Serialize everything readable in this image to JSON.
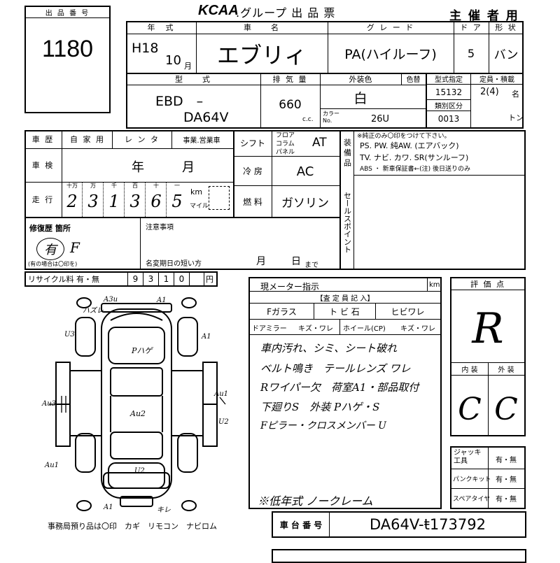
{
  "header": {
    "lot_label": "出 品 番 号",
    "lot_number": "1180",
    "brand_logo": "KCAA",
    "title": ".グループ 出 品 票",
    "organizer": "主 催 者 用"
  },
  "top": {
    "year_label": "年　式",
    "year_value": "H18",
    "month_value": "10",
    "month_unit": "月",
    "car_name_label": "車　　名",
    "car_name": "エブリィ",
    "grade_label": "グ レ ー ド",
    "grade_value": "PA(ハイルーフ)",
    "doors_label": "ド ア",
    "doors_value": "5",
    "shape_label": "形 状",
    "shape_value": "バン",
    "model_label": "型　　式",
    "model_prefix": "EBD　–",
    "model_code": "DA64V",
    "displacement_label": "排 気 量",
    "displacement_value": "660",
    "displacement_unit": "c.c.",
    "color_label": "外装色",
    "repaint_label": "色替",
    "color_value": "白",
    "color_no_label": "カラー No.",
    "color_no_value": "26U",
    "type_spec_label": "型式指定",
    "type_spec_value": "15132",
    "class_label": "類別区分",
    "class_value": "0013",
    "capacity_label": "定員・積載",
    "capacity_value": "2(4)",
    "capacity_unit": "名",
    "ton_unit": "トン"
  },
  "mid": {
    "history_label": "車 歴",
    "history_options": [
      "自 家 用",
      "レ ン タ",
      "事業.営業車"
    ],
    "inspection_label": "車 検",
    "inspection_year": "年",
    "inspection_month": "月",
    "mileage_label": "走 行",
    "mileage_places": [
      "十万",
      "万",
      "千",
      "百",
      "十",
      "一"
    ],
    "mileage_digits": [
      "2",
      "3",
      "1",
      "3",
      "6",
      "5"
    ],
    "mileage_unit_km": "km",
    "mileage_unit_mile": "マイル",
    "shift_label": "シフト",
    "shift_options": [
      "フロア",
      "コラム",
      "パネル"
    ],
    "shift_value": "AT",
    "aircon_label": "冷 房",
    "aircon_value": "AC",
    "fuel_label": "燃 料",
    "fuel_value": "ガソリン",
    "equip_label": "装 備 品",
    "equip_note": "※純正のみ〇印をつけて下さい。",
    "equip_line1": "PS. PW. 純AW. (エアバック)",
    "equip_line2": "TV. ナビ. カワ. SR(サンルーフ)",
    "equip_line3": "ABS ・ 新車保証書←(注) 後日送りのみ",
    "sales_label": "セールスポイント",
    "repair_label": "修復歴 箇所",
    "repair_value": "有",
    "repair_mark": "F",
    "repair_note": "(有の場合は〇印を)",
    "caution_label": "注意事項",
    "name_change_label": "名変期日の短い方",
    "name_change_month": "月",
    "name_change_day": "日",
    "name_change_until": "まで"
  },
  "recycle": {
    "label": "リサイクル料 有・無",
    "digits": [
      "9",
      "3",
      "1",
      "0"
    ],
    "unit": "円"
  },
  "meter": {
    "label": "現メーター指示",
    "unit": "km",
    "inspector_label": "【査 定 員 記 入】",
    "checks": [
      "Fガラス",
      "ト ビ 石",
      "ヒビワレ",
      "ドアミラー",
      "キズ・ワレ",
      "ホイール(CP)",
      "キズ・ワレ"
    ],
    "notes": [
      "車内汚れ、シミ、シート破れ",
      "ベルト鳴き　テールレンズ ワレ",
      "Rワイパー欠　荷室A1・部品取付",
      "下廻りS　外装 Pハゲ・S",
      "Fピラー・クロスメンバー U"
    ],
    "footer_note": "※低年式 ノークレーム"
  },
  "grade": {
    "label": "評 価 点",
    "overall": "R",
    "interior_label": "内 装",
    "exterior_label": "外 装",
    "interior": "C",
    "exterior": "C"
  },
  "equipment": {
    "jack_label": "ジャッキ工具",
    "puncture_label": "パンクキット",
    "spare_label": "スペアタイヤ",
    "option": "有・無"
  },
  "chassis": {
    "label": "車 台 番 号",
    "value": "DA64V-ŧ173792"
  },
  "office": {
    "note": "事務局預り品は〇印　カギ　リモコン　ナビロム"
  },
  "diagram_marks": {
    "m1": "A3u",
    "m2": "A1",
    "m3": "ハズレ",
    "m4": "U3",
    "m5": "A1",
    "m6": "Pハゲ",
    "m7": "Au1",
    "m8": "Au3",
    "m9": "Au2",
    "m10": "U2",
    "m11": "Au1",
    "m12": "U2",
    "m13": "A1",
    "m14": "キレ"
  }
}
